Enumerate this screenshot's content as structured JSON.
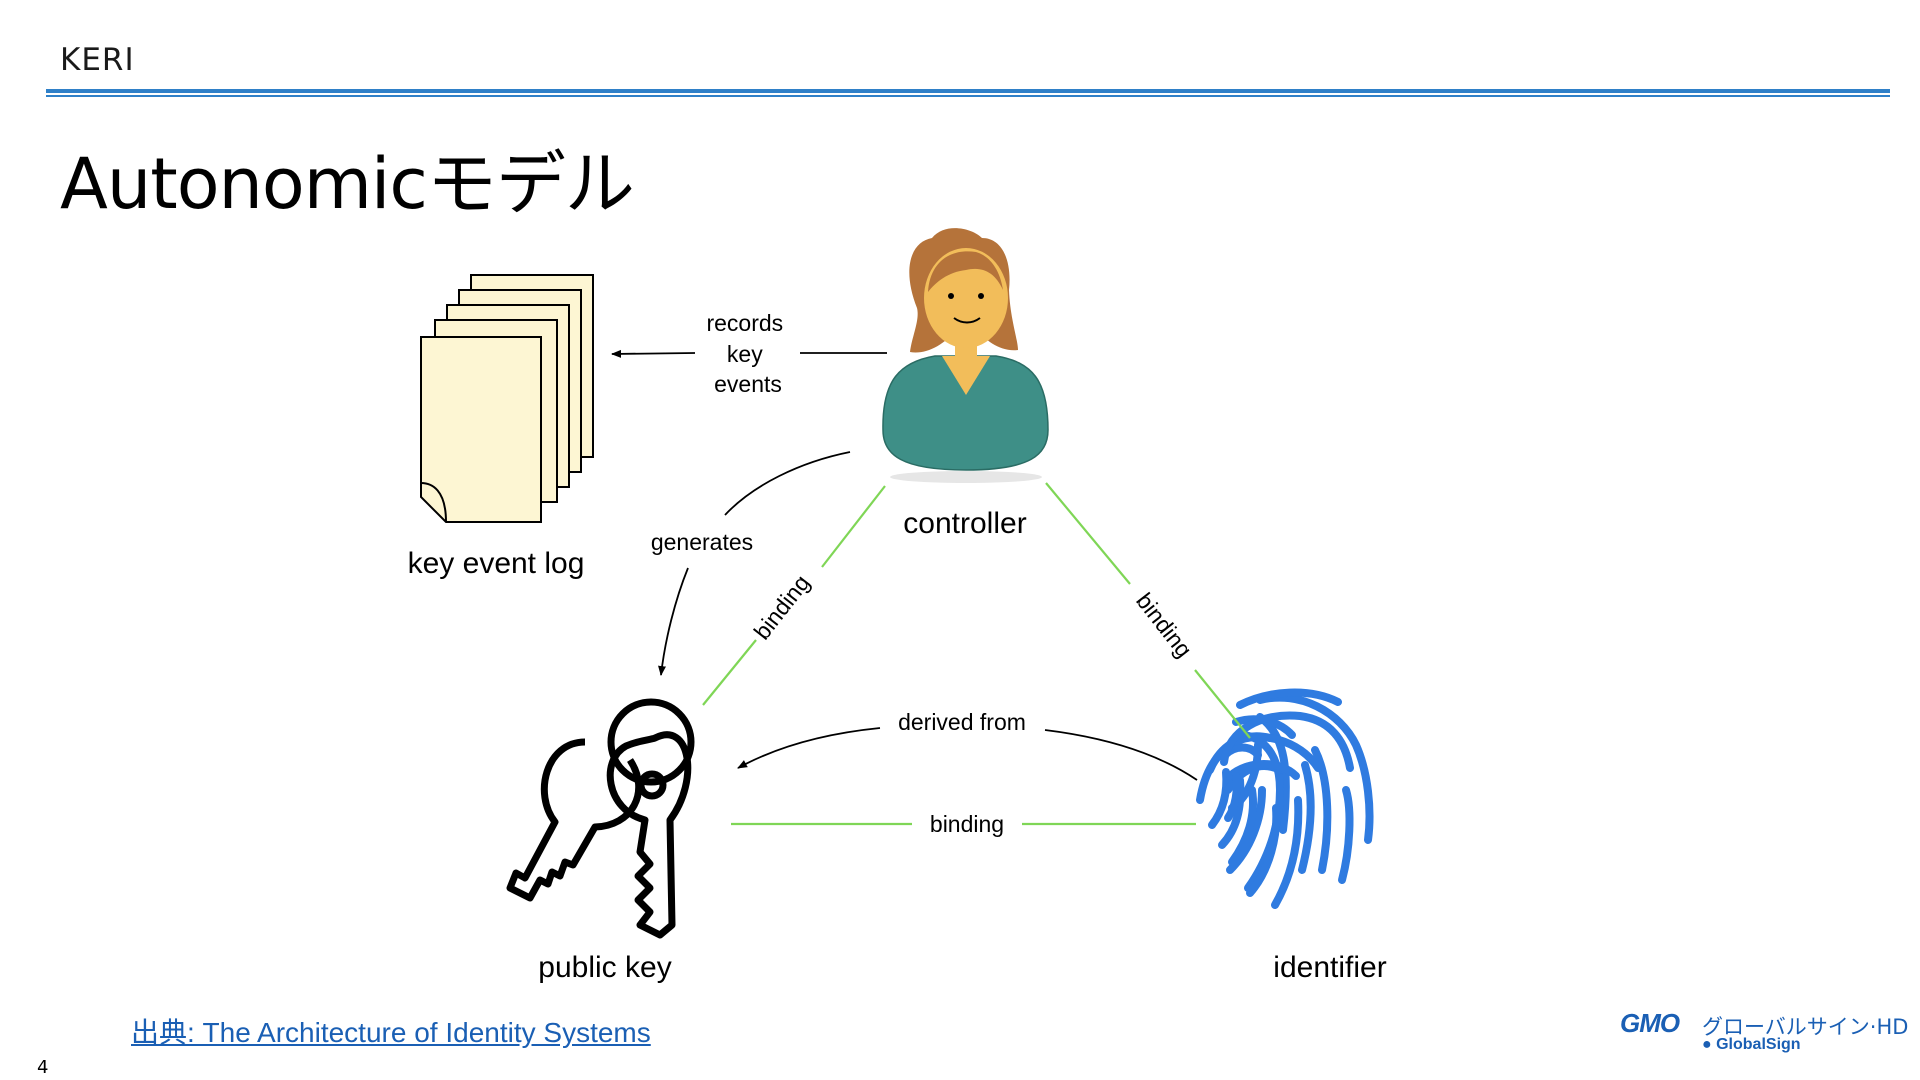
{
  "header": {
    "label": "KERI"
  },
  "title": "Autonomicモデル",
  "diagram": {
    "nodes": {
      "key_event_log": "key event log",
      "controller": "controller",
      "public_key": "public key",
      "identifier": "identifier"
    },
    "edges": {
      "records_line1": "records",
      "records_line2": "key",
      "records_line3": "events",
      "generates": "generates",
      "binding_left": "binding",
      "binding_right": "binding",
      "binding_bottom": "binding",
      "derived_from": "derived from"
    },
    "colors": {
      "binding_line": "#7fd656",
      "fingerprint": "#2f7be0",
      "paper_fill": "#fdf6d3",
      "person_hair": "#b5733a",
      "person_skin": "#f2bd5a",
      "person_shirt": "#3e8f87",
      "arrow": "#000000"
    }
  },
  "source": {
    "link_text": "出典: The Architecture of Identity Systems"
  },
  "page_number": "4",
  "logo": {
    "brand": "GMO",
    "brand_suffix": "グローバルサイン·HD",
    "sub": "GlobalSign",
    "accent": "#1a5fb4"
  }
}
